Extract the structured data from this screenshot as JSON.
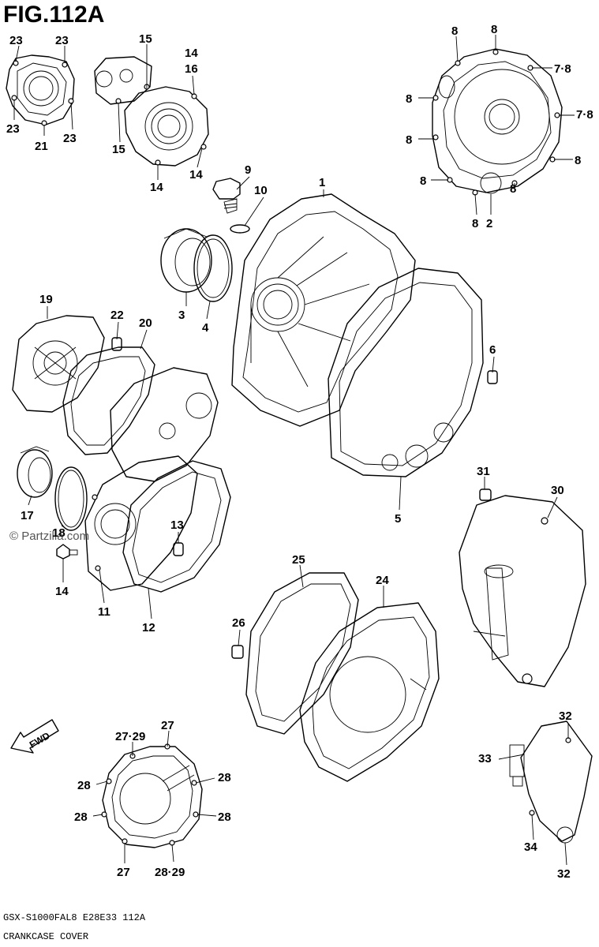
{
  "figure_title": "FIG.112A",
  "watermark": "© Partzilla.com",
  "fwd_label": "FWD",
  "footer": {
    "model_code": "GSX-S1000FAL8  E28E33  112A",
    "section_name": "CRANKCASE COVER"
  },
  "callouts": [
    {
      "id": "c-23a",
      "text": "23"
    },
    {
      "id": "c-23b",
      "text": "23"
    },
    {
      "id": "c-23c",
      "text": "23"
    },
    {
      "id": "c-21",
      "text": "21"
    },
    {
      "id": "c-23d",
      "text": "23"
    },
    {
      "id": "c-15a",
      "text": "15"
    },
    {
      "id": "c-14a",
      "text": "14"
    },
    {
      "id": "c-16",
      "text": "16"
    },
    {
      "id": "c-15b",
      "text": "15"
    },
    {
      "id": "c-14b",
      "text": "14"
    },
    {
      "id": "c-14c",
      "text": "14"
    },
    {
      "id": "c-8a",
      "text": "8"
    },
    {
      "id": "c-8b",
      "text": "8"
    },
    {
      "id": "c-78a",
      "text": "7·8"
    },
    {
      "id": "c-8c",
      "text": "8"
    },
    {
      "id": "c-78b",
      "text": "7·8"
    },
    {
      "id": "c-8d",
      "text": "8"
    },
    {
      "id": "c-8e",
      "text": "8"
    },
    {
      "id": "c-8f",
      "text": "8"
    },
    {
      "id": "c-8g",
      "text": "8"
    },
    {
      "id": "c-2",
      "text": "2"
    },
    {
      "id": "c-8h",
      "text": "8"
    },
    {
      "id": "c-9",
      "text": "9"
    },
    {
      "id": "c-10",
      "text": "10"
    },
    {
      "id": "c-1",
      "text": "1"
    },
    {
      "id": "c-3",
      "text": "3"
    },
    {
      "id": "c-4",
      "text": "4"
    },
    {
      "id": "c-6",
      "text": "6"
    },
    {
      "id": "c-5",
      "text": "5"
    },
    {
      "id": "c-19",
      "text": "19"
    },
    {
      "id": "c-22",
      "text": "22"
    },
    {
      "id": "c-20",
      "text": "20"
    },
    {
      "id": "c-17",
      "text": "17"
    },
    {
      "id": "c-18",
      "text": "18"
    },
    {
      "id": "c-13",
      "text": "13"
    },
    {
      "id": "c-14d",
      "text": "14"
    },
    {
      "id": "c-11",
      "text": "11"
    },
    {
      "id": "c-12",
      "text": "12"
    },
    {
      "id": "c-31",
      "text": "31"
    },
    {
      "id": "c-30",
      "text": "30"
    },
    {
      "id": "c-25",
      "text": "25"
    },
    {
      "id": "c-24",
      "text": "24"
    },
    {
      "id": "c-26",
      "text": "26"
    },
    {
      "id": "c-27a",
      "text": "27"
    },
    {
      "id": "c-2729a",
      "text": "27·29"
    },
    {
      "id": "c-28a",
      "text": "28"
    },
    {
      "id": "c-28b",
      "text": "28"
    },
    {
      "id": "c-28c",
      "text": "28"
    },
    {
      "id": "c-28d",
      "text": "28"
    },
    {
      "id": "c-27b",
      "text": "27"
    },
    {
      "id": "c-2829",
      "text": "28·29"
    },
    {
      "id": "c-32a",
      "text": "32"
    },
    {
      "id": "c-33",
      "text": "33"
    },
    {
      "id": "c-34",
      "text": "34"
    },
    {
      "id": "c-32b",
      "text": "32"
    }
  ]
}
